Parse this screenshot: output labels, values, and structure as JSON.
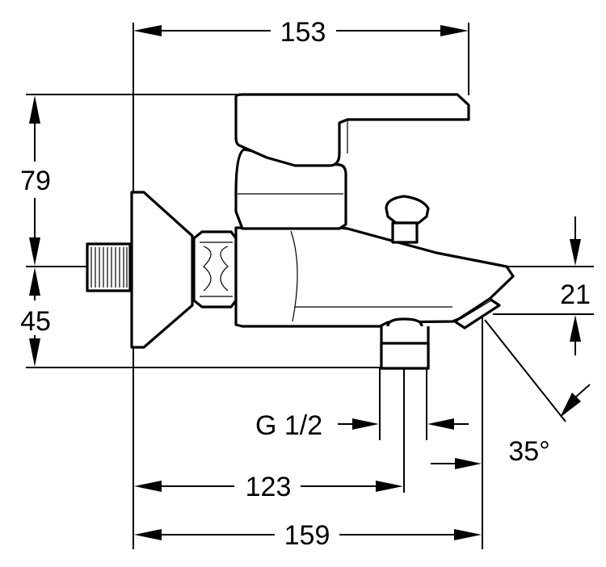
{
  "drawing": {
    "subject": "bath mixer tap technical dimension drawing",
    "dimensions": {
      "top_width": "153",
      "height_upper": "79",
      "height_lower": "45",
      "spout_height": "21",
      "thread": "G 1/2",
      "spout_angle": "35°",
      "outlet_distance": "123",
      "total_length": "159"
    }
  }
}
